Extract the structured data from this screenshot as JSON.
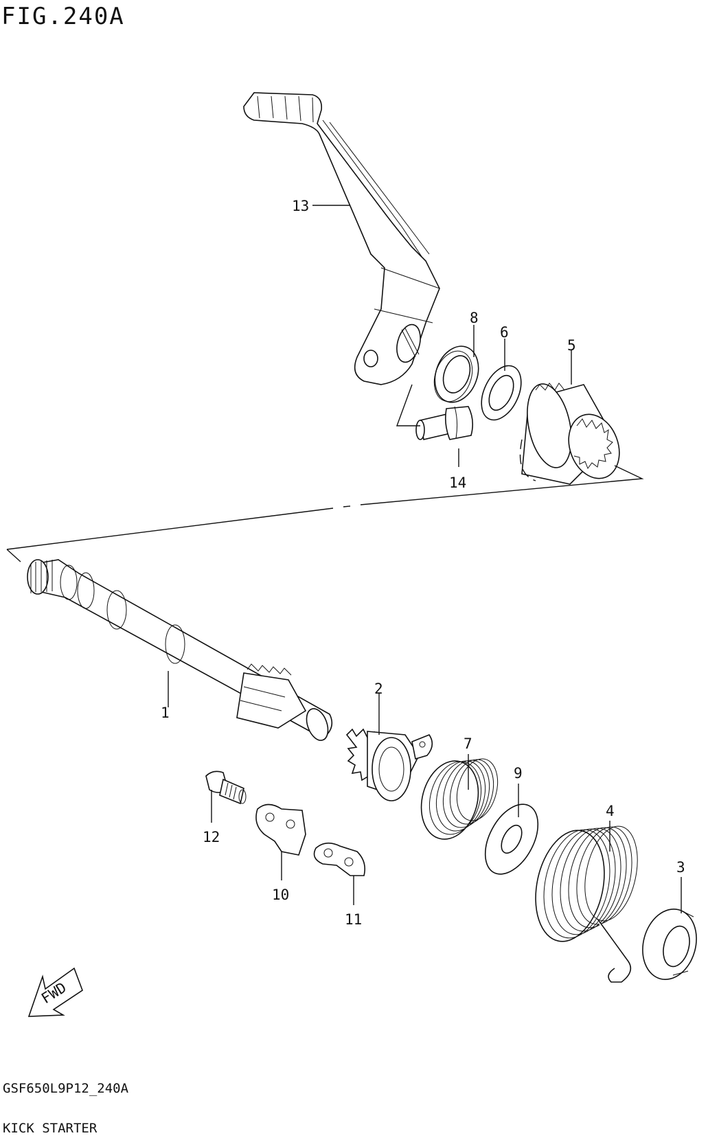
{
  "figure": {
    "title": "FIG.240A",
    "code": "GSF650L9P12_240A",
    "name": "KICK STARTER"
  },
  "callouts": [
    {
      "id": "1",
      "label": "1"
    },
    {
      "id": "2",
      "label": "2"
    },
    {
      "id": "3",
      "label": "3"
    },
    {
      "id": "4",
      "label": "4"
    },
    {
      "id": "5",
      "label": "5"
    },
    {
      "id": "6",
      "label": "6"
    },
    {
      "id": "7",
      "label": "7"
    },
    {
      "id": "8",
      "label": "8"
    },
    {
      "id": "9",
      "label": "9"
    },
    {
      "id": "10",
      "label": "10"
    },
    {
      "id": "11",
      "label": "11"
    },
    {
      "id": "12",
      "label": "12"
    },
    {
      "id": "13",
      "label": "13"
    },
    {
      "id": "14",
      "label": "14"
    }
  ],
  "fwd_arrow": {
    "label": "FWD"
  }
}
